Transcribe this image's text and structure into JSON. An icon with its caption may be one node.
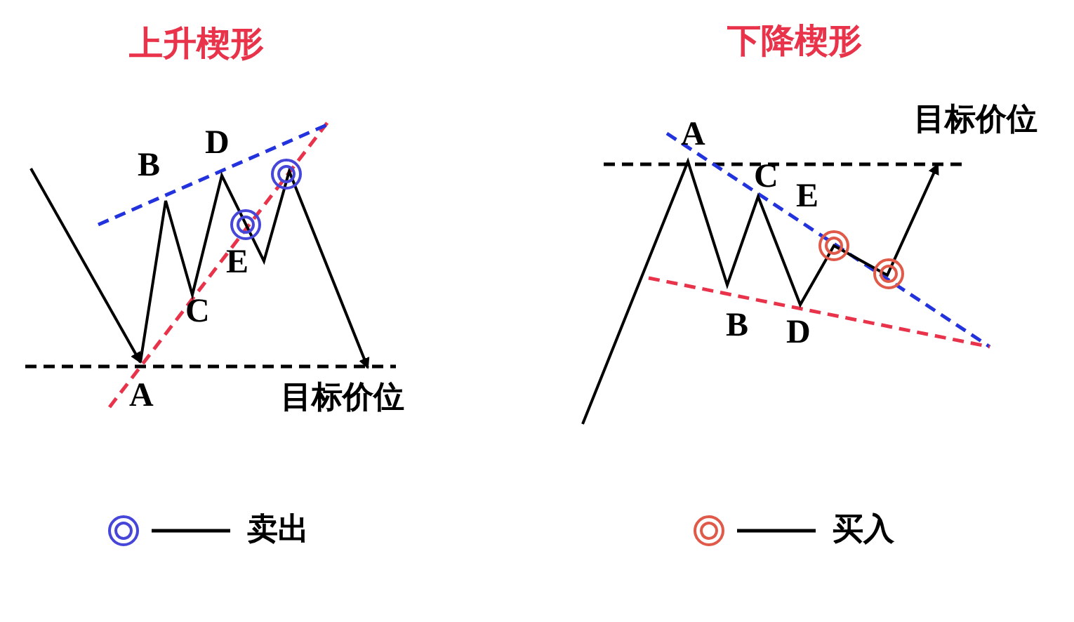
{
  "diagram": {
    "labels": [
      "上升楔形",
      "B",
      "D",
      "E",
      "C",
      "A",
      "目标价位",
      "下降楔形",
      "A",
      "C",
      "E",
      "B",
      "D",
      "目标价位"
    ],
    "legend": [
      {
        "text": "卖出"
      },
      {
        "text": "买入"
      }
    ]
  }
}
